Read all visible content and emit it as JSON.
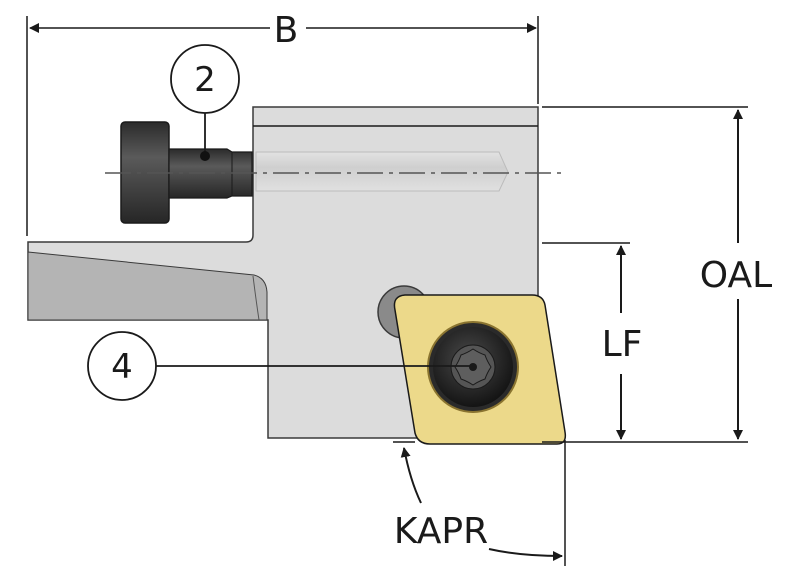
{
  "diagram": {
    "title": "Tool holder dimension drawing",
    "dimensions": {
      "width": {
        "label": "B"
      },
      "overall_length": {
        "label": "OAL"
      },
      "functional_length": {
        "label": "LF"
      },
      "approach_angle": {
        "label": "KAPR"
      }
    },
    "callouts": [
      {
        "id": "2",
        "label": "2",
        "target": "clamp screw"
      },
      {
        "id": "4",
        "label": "4",
        "target": "insert screw"
      }
    ],
    "colors": {
      "body": "#dcdcdc",
      "shank_taper": "#b4b4b4",
      "screw": "#3a3a3a",
      "insert": "#ecd98a",
      "lines": "#1a1a1a"
    }
  }
}
